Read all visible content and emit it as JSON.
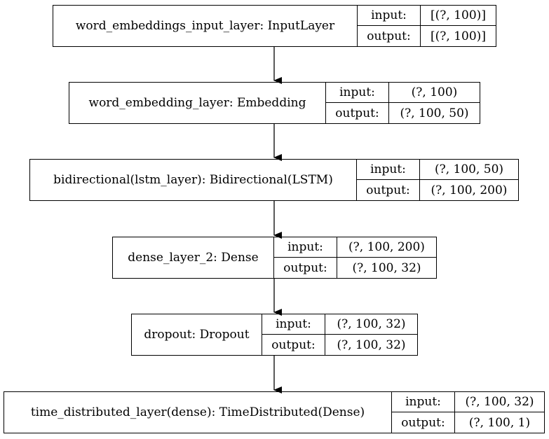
{
  "labels": {
    "input": "input:",
    "output": "output:"
  },
  "layers": [
    {
      "name": "word_embeddings_input_layer: InputLayer",
      "input": "[(?, 100)]",
      "output": "[(?, 100)]"
    },
    {
      "name": "word_embedding_layer: Embedding",
      "input": "(?, 100)",
      "output": "(?, 100, 50)"
    },
    {
      "name": "bidirectional(lstm_layer): Bidirectional(LSTM)",
      "input": "(?, 100, 50)",
      "output": "(?, 100, 200)"
    },
    {
      "name": "dense_layer_2: Dense",
      "input": "(?, 100, 200)",
      "output": "(?, 100, 32)"
    },
    {
      "name": "dropout: Dropout",
      "input": "(?, 100, 32)",
      "output": "(?, 100, 32)"
    },
    {
      "name": "time_distributed_layer(dense): TimeDistributed(Dense)",
      "input": "(?, 100, 32)",
      "output": "(?, 100, 1)"
    }
  ]
}
